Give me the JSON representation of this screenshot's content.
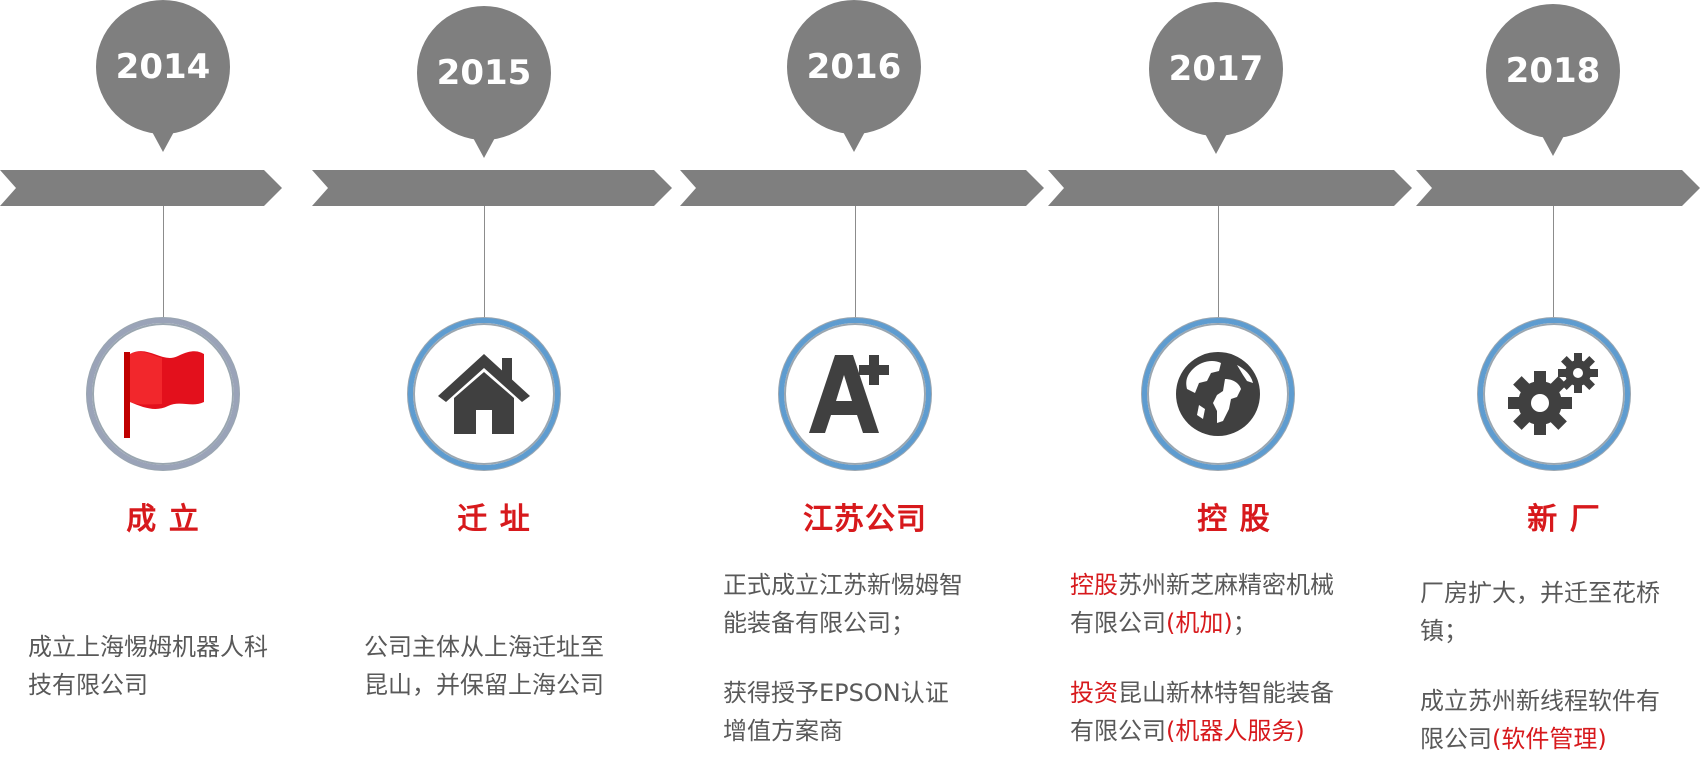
{
  "timeline": [
    {
      "year": "2014",
      "title": "成 立",
      "icon": "flag-icon",
      "desc": [
        "成立上海惕姆机器人科",
        "技有限公司"
      ]
    },
    {
      "year": "2015",
      "title": "迁 址",
      "icon": "house-icon",
      "desc": [
        "公司主体从上海迁址至",
        "昆山，并保留上海公司"
      ]
    },
    {
      "year": "2016",
      "title": "江苏公司",
      "icon": "a-plus-icon",
      "desc": [
        "正式成立江苏新惕姆智",
        "能装备有限公司；",
        "获得授予EPSON认证",
        "增值方案商"
      ]
    },
    {
      "year": "2017",
      "title": "控 股",
      "icon": "globe-icon",
      "p1": {
        "red1": "控股",
        "text1": "苏州新芝麻精密机械",
        "text2": "有限公司",
        "red2": "(机加)",
        "end": "；"
      },
      "p2": {
        "red1": "投资",
        "text1": "昆山新林特智能装备",
        "text2": "有限公司",
        "red2": "(机器人服务)"
      }
    },
    {
      "year": "2018",
      "title": "新 厂",
      "icon": "gears-icon",
      "desc": [
        "厂房扩大，并迁至花桥",
        "镇；",
        "成立苏州新线程软件有",
        "限公司"
      ],
      "desc_red": "(软件管理)"
    }
  ],
  "colors": {
    "accent_red": "#d7191c",
    "grey": "#7f7f7f",
    "ring_blue": "#5e9cd0",
    "text": "#595959"
  }
}
